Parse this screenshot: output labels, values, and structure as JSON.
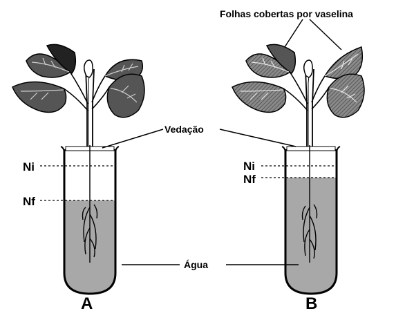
{
  "labels": {
    "top_note": "Folhas cobertas por vaselina",
    "seal": "Vedação",
    "water": "Água",
    "initial_level": "Ni",
    "final_level": "Nf",
    "tube_a": "A",
    "tube_b": "B"
  }
}
